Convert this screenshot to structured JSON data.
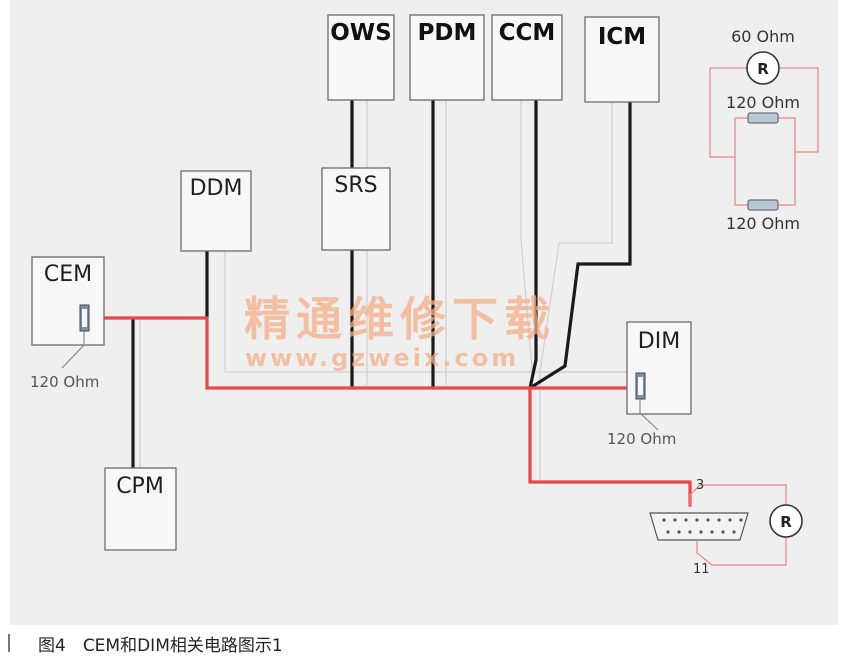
{
  "modules": {
    "ows": "OWS",
    "pdm": "PDM",
    "ccm": "CCM",
    "icm": "ICM",
    "ddm": "DDM",
    "srs": "SRS",
    "cem": "CEM",
    "dim": "DIM",
    "cpm": "CPM"
  },
  "resistors": {
    "cem_termination": "120 Ohm",
    "dim_termination": "120 Ohm",
    "legend_total": "60 Ohm",
    "legend_top": "120 Ohm",
    "legend_bottom": "120 Ohm",
    "meter_symbol": "R"
  },
  "connector": {
    "pin_top": "3",
    "pin_bottom": "11"
  },
  "watermark": {
    "chinese": "精通维修下载",
    "url": "www.gzweix.com"
  },
  "caption": "图4　CEM和DIM相关电路图示1",
  "colors": {
    "can_high": "#e8484b",
    "can_low": "#1a1a1a"
  }
}
